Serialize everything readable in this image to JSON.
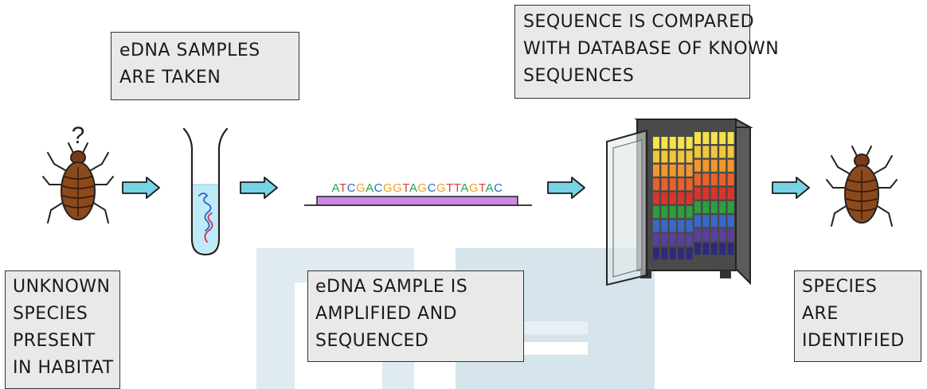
{
  "labels": {
    "unknown_species": [
      "UNKNOWN",
      "SPECIES",
      "PRESENT",
      "IN HABITAT"
    ],
    "samples_taken": [
      "eDNA SAMPLES",
      "ARE TAKEN"
    ],
    "amplified": [
      "eDNA SAMPLE IS",
      "AMPLIFIED AND",
      "SEQUENCED"
    ],
    "compared": [
      "SEQUENCE IS COMPARED",
      "WITH DATABASE OF KNOWN",
      "SEQUENCES"
    ],
    "identified": [
      "SPECIES",
      "ARE",
      "IDENTIFIED"
    ]
  },
  "question_mark": "?",
  "dna_sequence": "ATCGACGGTAGCGTTAGTAC",
  "colors": {
    "arrow": "#74d4e6",
    "beetle_body": "#8b4a1e",
    "box_fill": "#e9e9e9",
    "sequence_bar": "#c98be6",
    "base_A": "#22a34a",
    "base_T": "#e03a3a",
    "base_C": "#1f6fd1",
    "base_G": "#f0a020",
    "watermark": "#c9dbe6"
  }
}
